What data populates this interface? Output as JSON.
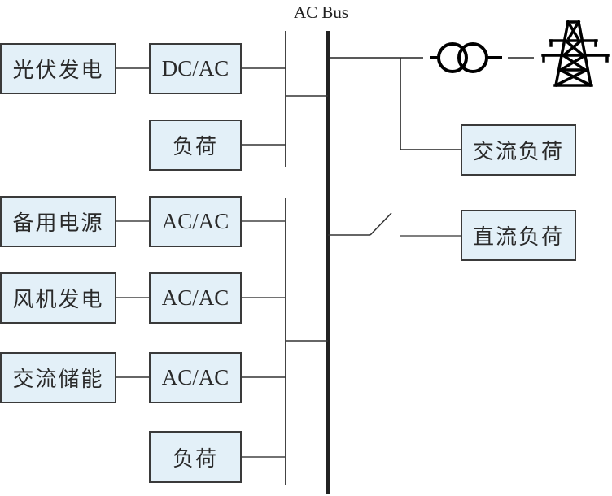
{
  "diagram": {
    "bus_label": "AC Bus",
    "sources": [
      {
        "label": "光伏发电",
        "converter": "DC/AC"
      },
      {
        "label": "备用电源",
        "converter": "AC/AC"
      },
      {
        "label": "风机发电",
        "converter": "AC/AC"
      },
      {
        "label": "交流储能",
        "converter": "AC/AC"
      }
    ],
    "local_loads": [
      {
        "label": "负荷"
      },
      {
        "label": "负荷"
      }
    ],
    "right_loads": [
      {
        "label": "交流负荷"
      },
      {
        "label": "直流负荷"
      }
    ],
    "symbols": {
      "transformer": "transformer-icon",
      "tower": "transmission-tower-icon",
      "switch": "open-switch-icon"
    },
    "colors": {
      "box_fill": "#e3f0f8",
      "box_border": "#3a3a3a",
      "line": "#333333"
    }
  }
}
